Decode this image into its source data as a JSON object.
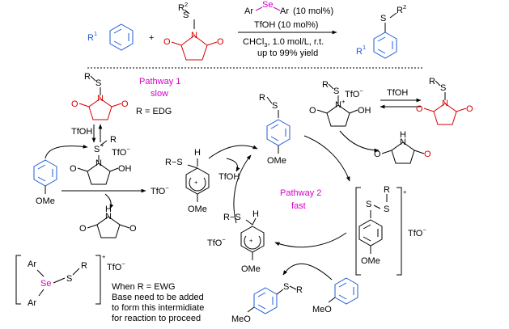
{
  "equation": {
    "reactant_arene_sub": "1",
    "reactant_arene_r": "R",
    "plus": "+",
    "reagent_s": "S",
    "reagent_r2": "R",
    "reagent_r2_sup": "2",
    "cond_catalyst_ar_left": "Ar",
    "cond_catalyst_se": "Se",
    "cond_catalyst_ar_right": "Ar",
    "cond_catalyst_load": "(10 mol%)",
    "cond_acid": "TfOH (10 mol%)",
    "cond_solvent_a": "CHCl",
    "cond_solvent_sub": "3",
    "cond_solvent_b": ", 1.0 mol/L, r.t.",
    "cond_yield": "up to 99% yield",
    "product_s": "S",
    "product_r2": "R",
    "product_r2_sup": "2",
    "product_r1": "R",
    "product_r1_sup": "1"
  },
  "pathway1": {
    "title": "Pathway 1",
    "speed": "slow",
    "condition": "R = EDG",
    "reagent_r": "R",
    "reagent_s": "S",
    "reagent_n": "N",
    "reagent_o_left": "O",
    "reagent_o_right": "O",
    "tfoh_label": "TfOH",
    "int_s": "S",
    "int_plus": "+",
    "int_r": "R",
    "int_tfo": "TfO",
    "int_tfo_minus": "−",
    "int_n": "N",
    "int_o": "O",
    "int_oh": "OH",
    "anisole_ome": "OMe",
    "succinimide_n": "N",
    "succinimide_h": "H",
    "succinimide_o_left": "O",
    "succinimide_o_right": "O"
  },
  "wheland1": {
    "r_s": "R−S",
    "h": "H",
    "plus": "+",
    "ome": "OMe",
    "tfo": "TfO",
    "tfo_minus": "−",
    "tfoh": "TfOH"
  },
  "pathway2": {
    "title": "Pathway 2",
    "speed": "fast",
    "product_r": "R",
    "product_s": "S",
    "product_ome": "OMe",
    "act_r": "R",
    "act_s": "S",
    "act_n": "N",
    "act_o": "O",
    "act_plus": "+",
    "act_oh": "OH",
    "act_tfo": "TfO",
    "act_tfo_minus": "−",
    "act_tfoh": "TfOH",
    "regen_r": "R",
    "regen_s": "S",
    "regen_n": "N",
    "regen_o_left": "O",
    "regen_o_right": "O",
    "succinimide_n": "N",
    "succinimide_h": "H",
    "succinimide_o_left": "O",
    "succinimide_o_right": "O",
    "disulfonium_r": "R",
    "disulfonium_s1": "S",
    "disulfonium_s2": "S",
    "disulfonium_plus": "+",
    "disulfonium_ome": "OMe",
    "disulfonium_tfo": "TfO",
    "disulfonium_tfo_minus": "−",
    "wheland2_r_s": "R−S",
    "wheland2_h": "H",
    "wheland2_plus": "+",
    "wheland2_ome": "OMe",
    "wheland2_tfo": "TfO",
    "wheland2_tfo_minus": "−",
    "diaryl_s": "S",
    "diaryl_r": "R",
    "diaryl_meo": "MeO",
    "anisole_meo": "MeO"
  },
  "se_intermediate": {
    "ar_top": "Ar",
    "se": "Se",
    "s": "S",
    "r": "R",
    "ar_bottom": "Ar",
    "plus": "+",
    "tfo": "TfO",
    "tfo_minus": "−",
    "note_line1": "When R = EWG",
    "note_line2": "Base need to be added",
    "note_line3": "to form this intermidiate",
    "note_line4": "for reaction to proceed"
  }
}
